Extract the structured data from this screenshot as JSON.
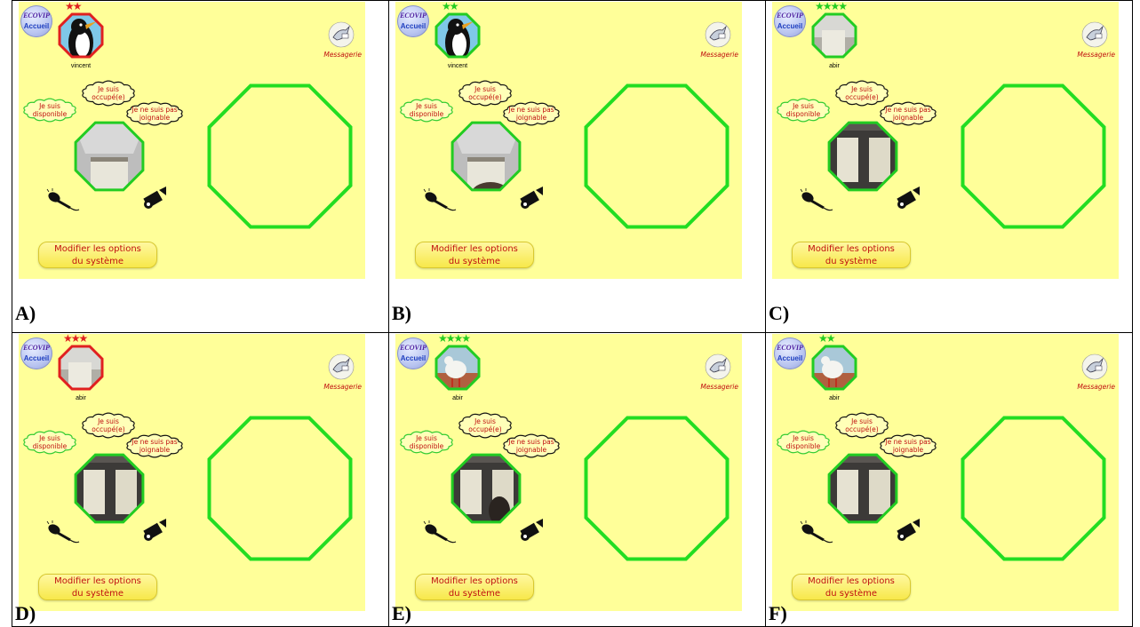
{
  "panels": [
    {
      "caption": "A)",
      "user": "vincent",
      "stars": 2,
      "star_color": "#e02020",
      "avatar_type": "bird",
      "frame_color": "#e02020",
      "cam": "room1"
    },
    {
      "caption": "B)",
      "user": "vincent",
      "stars": 2,
      "star_color": "#22cc22",
      "avatar_type": "bird",
      "frame_color": "#22cc22",
      "cam": "room1b"
    },
    {
      "caption": "C)",
      "user": "abir",
      "stars": 4,
      "star_color": "#22cc22",
      "avatar_type": "room",
      "frame_color": "#22cc22",
      "cam": "window"
    },
    {
      "caption": "D)",
      "user": "abir",
      "stars": 3,
      "star_color": "#e02020",
      "avatar_type": "room",
      "frame_color": "#e02020",
      "cam": "window"
    },
    {
      "caption": "E)",
      "user": "abir",
      "stars": 4,
      "star_color": "#22cc22",
      "avatar_type": "stork",
      "frame_color": "#22cc22",
      "cam": "window2"
    },
    {
      "caption": "F)",
      "user": "abir",
      "stars": 2,
      "star_color": "#22cc22",
      "avatar_type": "stork",
      "frame_color": "#22cc22",
      "cam": "window"
    }
  ],
  "ui": {
    "ecovip_logo": "ECOVIP",
    "home_label": "Accueil",
    "messaging_label": "Messagerie",
    "status_available": [
      "Je suis",
      "disponible"
    ],
    "status_busy": [
      "Je suis",
      "occupé(e)"
    ],
    "status_unreachable": [
      "Je ne suis pas",
      "joignable"
    ],
    "modify_options": [
      "Modifier les options",
      "du système"
    ]
  },
  "colors": {
    "panel_bg": "#ffff99",
    "accent_green": "#22cc22",
    "accent_red": "#e02020",
    "text_red": "#c01010"
  },
  "icons": [
    "ecovip-home-icon",
    "messaging-bird-icon",
    "microphone-icon",
    "video-camera-icon"
  ]
}
